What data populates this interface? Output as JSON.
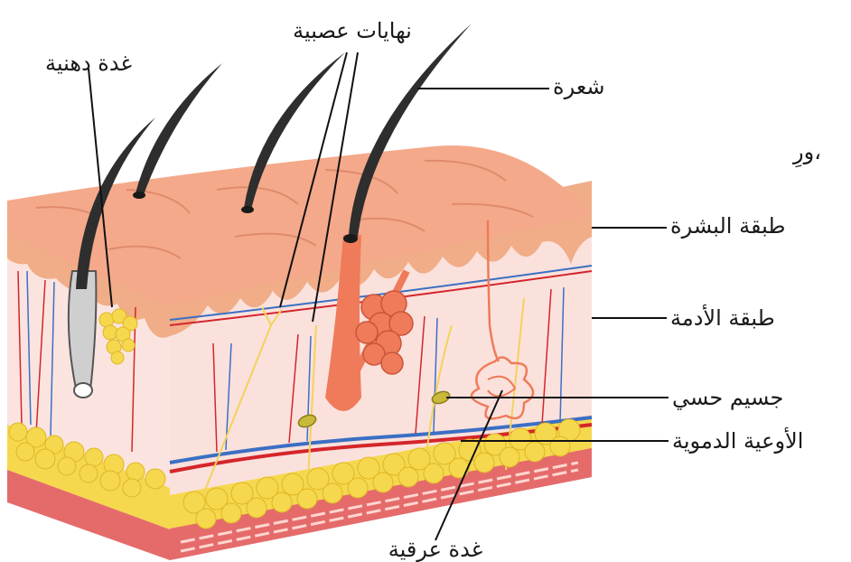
{
  "labels": {
    "sebaceous_gland": "غدة دهنية",
    "nerve_endings": "نهايات عصبية",
    "hair": "شعرة",
    "stray_text": "ورِ،",
    "epidermis": "طبقة البشرة",
    "dermis": "طبقة الأدمة",
    "sensory_corpuscle": "جسيم حسي",
    "blood_vessels": "الأوعية الدموية",
    "sweat_gland": "غدة عرقية"
  },
  "colors": {
    "epidermis_top": "#f4a98a",
    "epidermis_side": "#f0ad88",
    "dermis": "#fbe1dc",
    "fat": "#f5d84e",
    "muscle": "#e56b6b",
    "hair": "#2e2e2e",
    "hair_follicle": "#ef7b5a",
    "artery": "#d4252b",
    "vein": "#3b6fc4",
    "nerve": "#f2d35c"
  }
}
